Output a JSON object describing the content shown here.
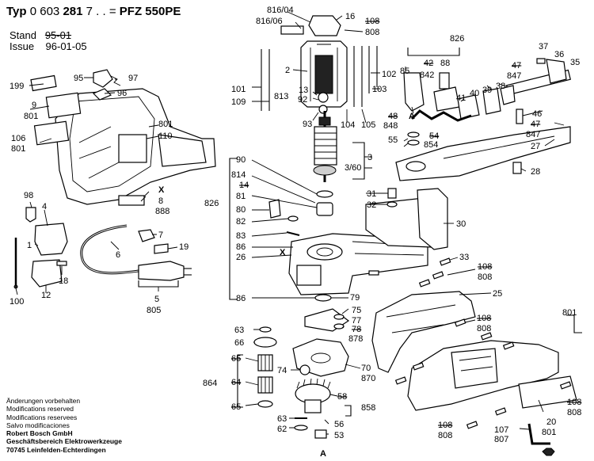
{
  "header": {
    "typ_label": "Typ",
    "typ_number": "0 603",
    "typ_bold": "281",
    "typ_suffix": "7 . . =",
    "model": "PFZ 550",
    "model_suffix": "PE",
    "stand_label": "Stand",
    "stand_value": "95-01",
    "issue_label": "Issue",
    "issue_value": "96-01-05"
  },
  "footer": {
    "lines": [
      "Änderungen vorbehalten",
      "Modifications reserved",
      "Modifications reservees",
      "Salvo modificaciones"
    ],
    "company": [
      "Robert Bosch GmbH",
      "Geschäftsbereich Elektrowerkzeuge",
      "70745 Leinfelden-Echterdingen"
    ]
  },
  "part_labels": {
    "p816_04": "816/04",
    "p816_06": "816/06",
    "p16": "16",
    "p108a": "108",
    "p808a": "808",
    "p826a": "826",
    "p37": "37",
    "p36": "36",
    "p35": "35",
    "p42": "42",
    "p88": "88",
    "p85": "85",
    "p842": "842",
    "p47a": "47",
    "p847a": "847",
    "p38": "38",
    "p39": "39",
    "p40": "40",
    "p41": "41",
    "p46": "46",
    "p48": "48",
    "p848": "848",
    "pA1": "A",
    "p47b": "47",
    "p847b": "847",
    "p54": "54",
    "p55": "55",
    "p854": "854",
    "p27": "27",
    "p28": "28",
    "p2": "2",
    "p101": "101",
    "p109": "109",
    "p13": "13",
    "p813": "813",
    "p92": "92",
    "p93": "93",
    "p102": "102",
    "p103": "103",
    "p104": "104",
    "p105": "105",
    "p3": "3",
    "p3_60": "3/60",
    "p199": "199",
    "p95": "95",
    "p97": "97",
    "p96": "96",
    "p9": "9",
    "p801a": "801",
    "p801b": "801",
    "p110": "110",
    "p106": "106",
    "p801c": "801",
    "pX1": "X",
    "p8": "8",
    "p888": "888",
    "p98": "98",
    "p4": "4",
    "p7": "7",
    "p19": "19",
    "p6": "6",
    "p1": "1",
    "p18": "18",
    "p100": "100",
    "p12": "12",
    "p5": "5",
    "p805": "805",
    "p90": "90",
    "p814": "814",
    "p14": "14",
    "p826b": "826",
    "p81": "81",
    "p80": "80",
    "p82": "82",
    "p83": "83",
    "p86a": "86",
    "p26": "26",
    "pX2": "X",
    "p86b": "86",
    "p31": "31",
    "p32": "32",
    "p30": "30",
    "p33": "33",
    "p108b": "108",
    "p808b": "808",
    "p25": "25",
    "p801d": "801",
    "p108c": "108",
    "p808c": "808",
    "p79": "79",
    "p75": "75",
    "p77": "77",
    "p78": "78",
    "p878": "878",
    "p63a": "63",
    "p66": "66",
    "p65a": "65",
    "p864": "864",
    "p64": "64",
    "p65b": "65",
    "p74": "74",
    "p70": "70",
    "p870": "870",
    "p58": "58",
    "p858": "858",
    "p63b": "63",
    "p62": "62",
    "p56": "56",
    "p53": "53",
    "pA2": "A",
    "p108d": "108",
    "p808d": "808",
    "p20": "20",
    "p801e": "801",
    "p107": "107",
    "p807": "807",
    "p108e": "108",
    "p808e": "808"
  }
}
